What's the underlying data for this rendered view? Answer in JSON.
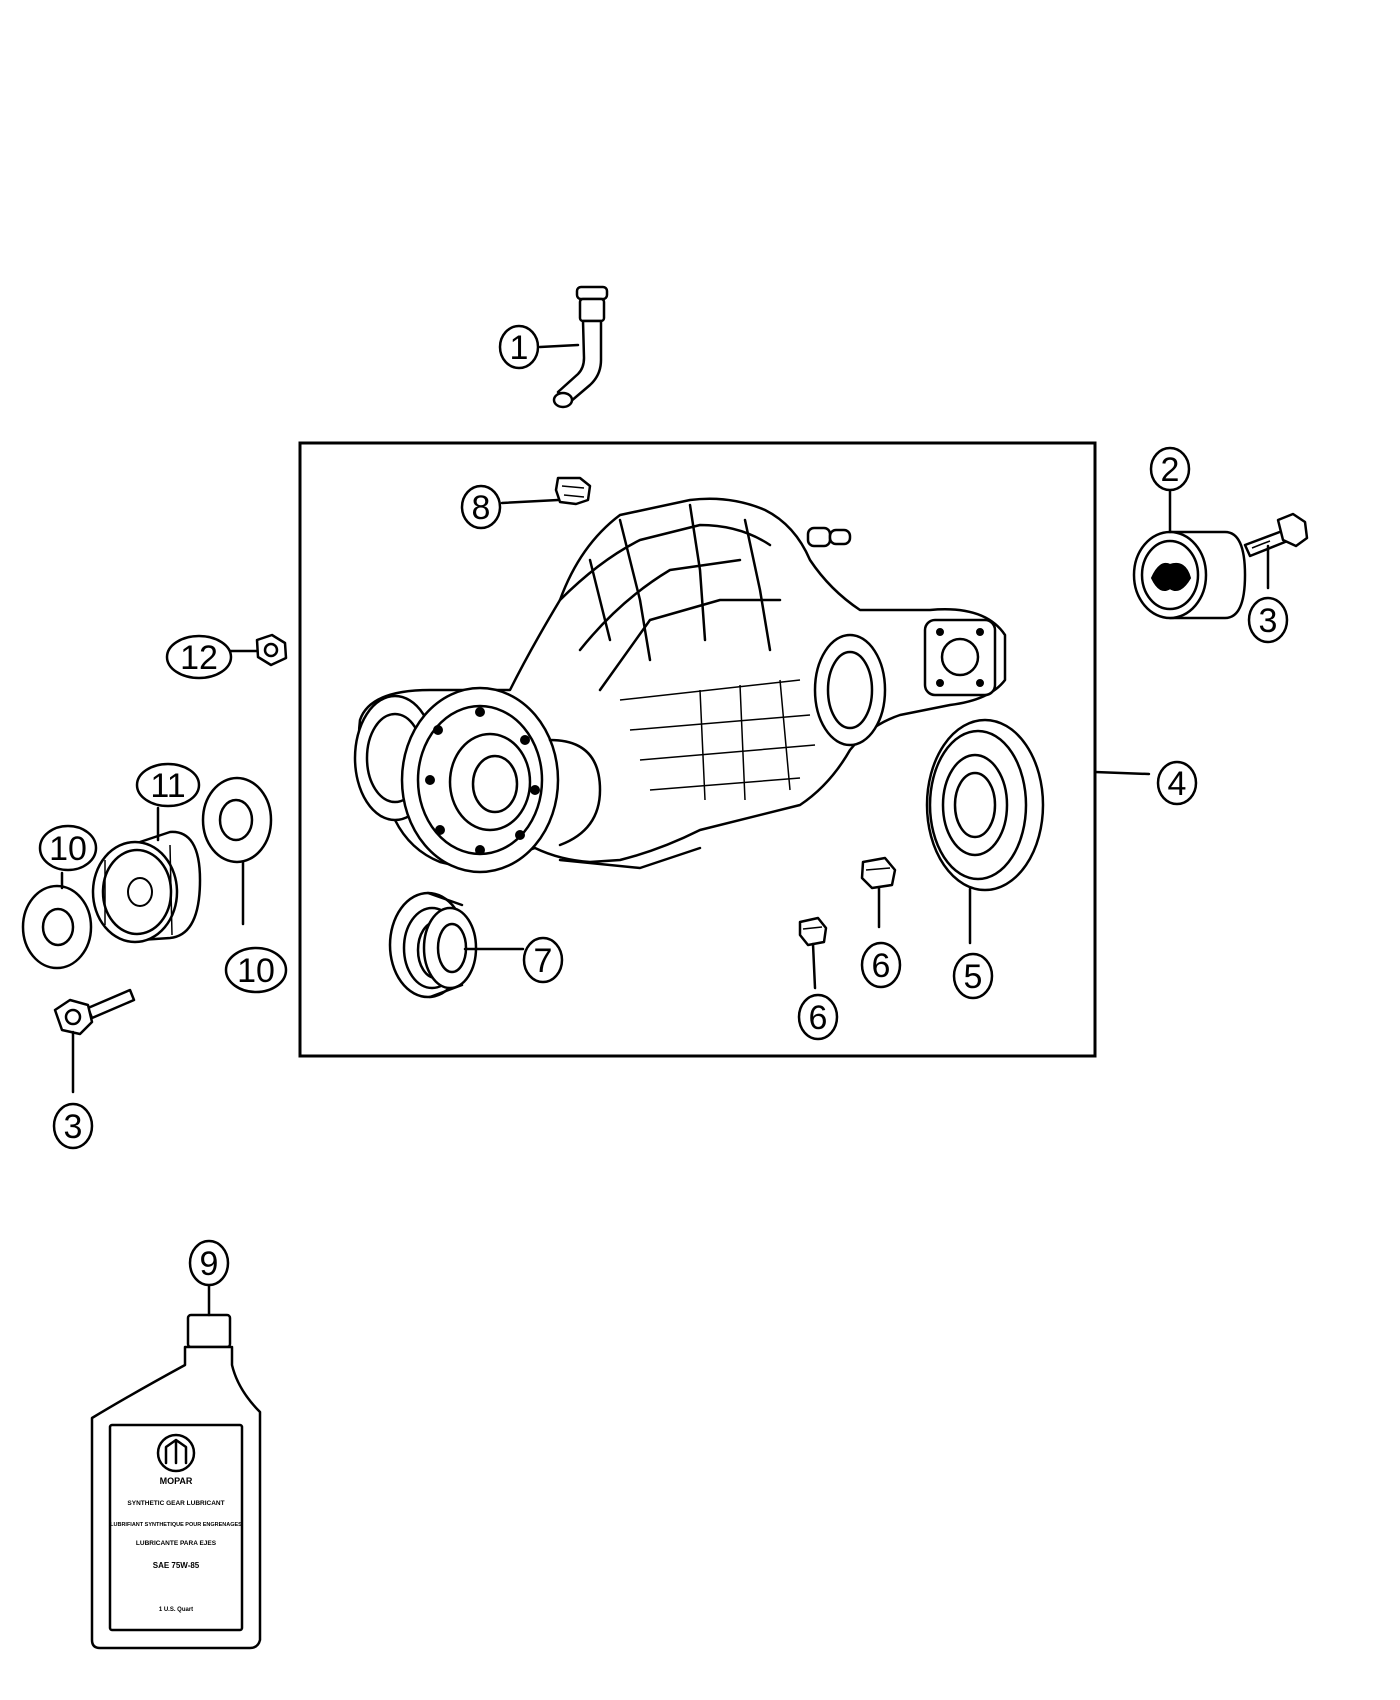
{
  "callouts": [
    {
      "id": "1",
      "label": "1"
    },
    {
      "id": "2",
      "label": "2"
    },
    {
      "id": "3a",
      "label": "3"
    },
    {
      "id": "3b",
      "label": "3"
    },
    {
      "id": "4",
      "label": "4"
    },
    {
      "id": "5",
      "label": "5"
    },
    {
      "id": "6a",
      "label": "6"
    },
    {
      "id": "6b",
      "label": "6"
    },
    {
      "id": "7",
      "label": "7"
    },
    {
      "id": "8",
      "label": "8"
    },
    {
      "id": "9",
      "label": "9"
    },
    {
      "id": "10a",
      "label": "10"
    },
    {
      "id": "10b",
      "label": "10"
    },
    {
      "id": "11",
      "label": "11"
    },
    {
      "id": "12",
      "label": "12"
    }
  ],
  "oil_bottle": {
    "brand": "MOPAR",
    "line1": "SYNTHETIC GEAR LUBRICANT",
    "line2": "LUBRIFIANT SYNTHETIQUE POUR ENGRENAGES",
    "line3": "LUBRICANTE PARA EJES",
    "grade": "SAE 75W-85",
    "volume": "1 U.S. Quart"
  }
}
